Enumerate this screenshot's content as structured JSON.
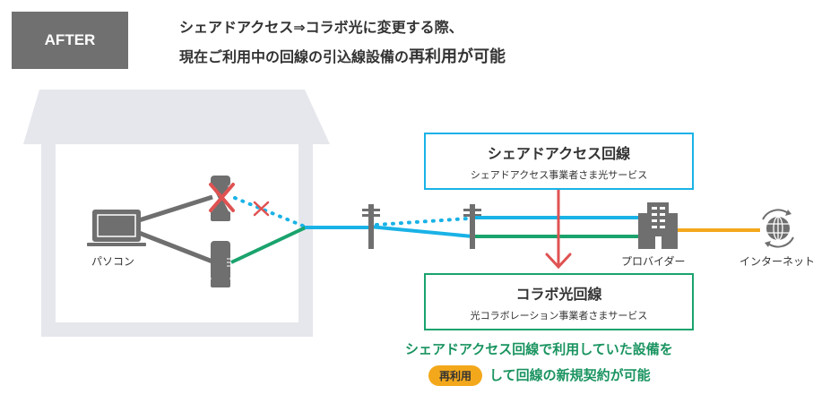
{
  "header": {
    "badge": "AFTER",
    "line1": "シェアドアクセス⇒コラボ光に変更する際、",
    "line2_prefix": "現在ご利用中の回線の引込線設備の",
    "line2_highlight": "再利用が可能"
  },
  "devices": {
    "pc_label": "パソコン",
    "provider_label": "プロバイダー",
    "internet_label": "インターネット"
  },
  "boxes": {
    "shared": {
      "title": "シェアドアクセス回線",
      "subtitle": "シェアドアクセス事業者さま光サービス"
    },
    "collabo": {
      "title": "コラボ光回線",
      "subtitle": "光コラボレーション事業者さまサービス"
    }
  },
  "note": {
    "line1": "シェアドアクセス回線で利用していた設備を",
    "pill": "再利用",
    "line2": "して回線の新規契約が可能"
  },
  "colors": {
    "shared_line": "#19b2e6",
    "collabo_line": "#1aa36d",
    "internet_line": "#f3a81c",
    "cross": "#e05252",
    "arrow": "#e05252",
    "icon_gray": "#6f6f6f",
    "house": "#e6e7ec"
  }
}
